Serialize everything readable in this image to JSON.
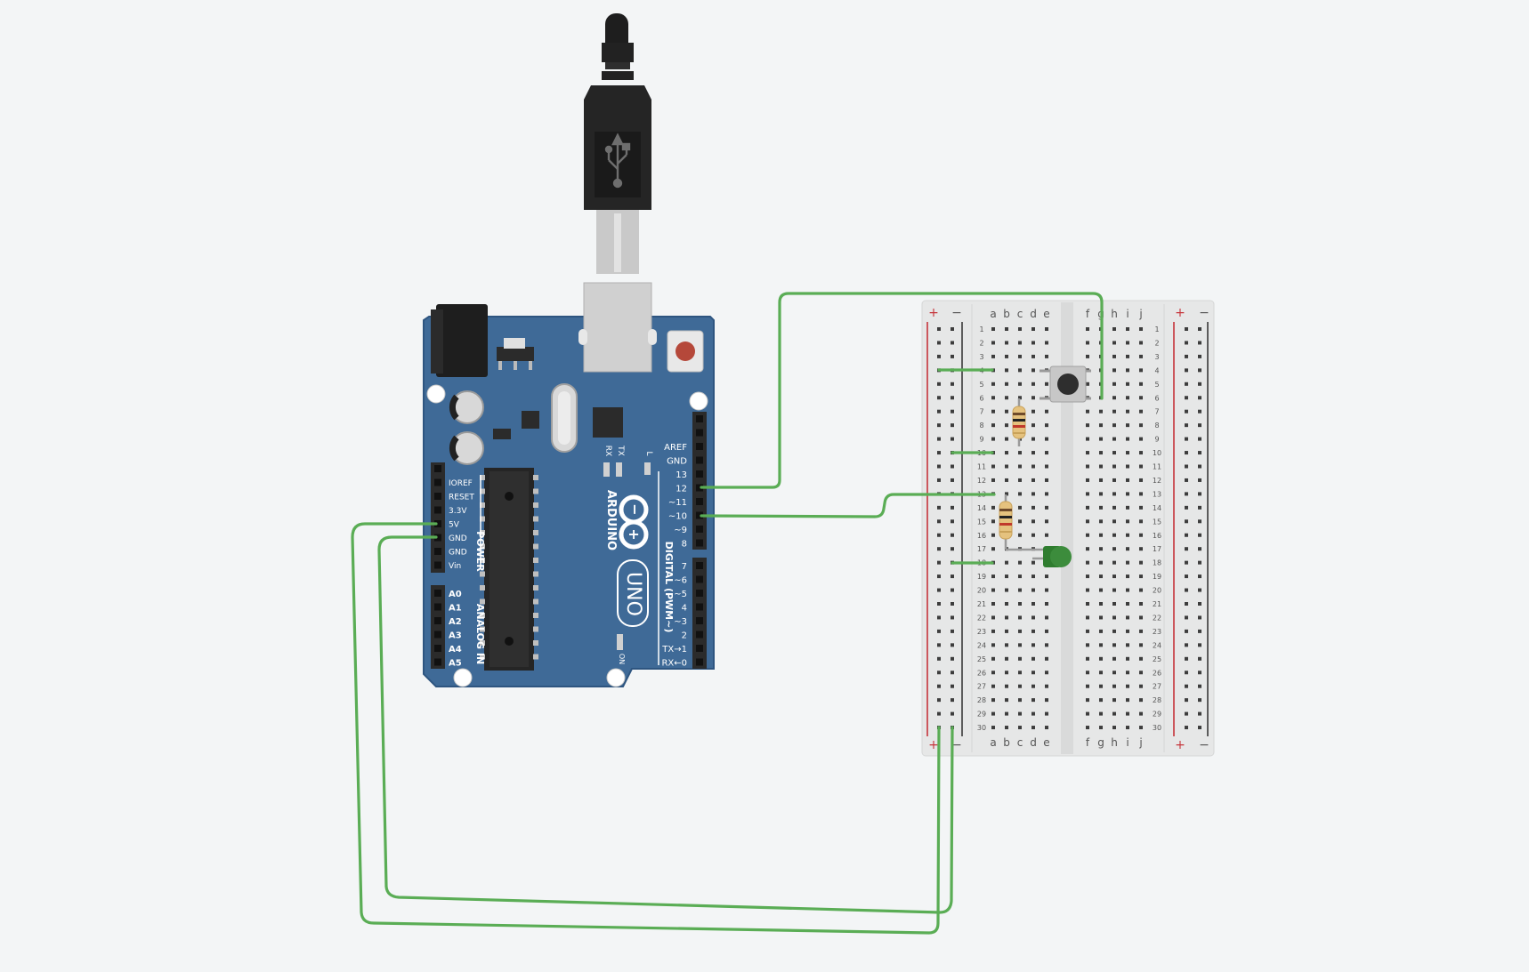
{
  "colors": {
    "background": "#f3f5f6",
    "board": "#3f6a97",
    "board_edge": "#2e5580",
    "wire": "#5aad55",
    "breadboard": "#e6e7e7",
    "rail_red": "#c6353b",
    "rail_dark": "#3a3a3a",
    "header": "#2b2b2b",
    "led": "#3c8c3c"
  },
  "arduino": {
    "brand": "ARDUINO",
    "model": "UNO",
    "power_title": "POWER",
    "analog_title": "ANALOG IN",
    "digital_title": "DIGITAL (PWM~)",
    "on_label": "ON",
    "rx_label": "RX",
    "tx_label": "TX",
    "l_label": "L",
    "power_pins": [
      "IOREF",
      "RESET",
      "3.3V",
      "5V",
      "GND",
      "GND",
      "Vin"
    ],
    "analog_pins": [
      "A0",
      "A1",
      "A2",
      "A3",
      "A4",
      "A5"
    ],
    "digital_upper": [
      "AREF",
      "GND",
      "13",
      "12",
      "~11",
      "~10",
      "~9",
      "8"
    ],
    "digital_lower": [
      "7",
      "~6",
      "~5",
      "4",
      "~3",
      "2",
      "TX→1",
      "RX←0"
    ]
  },
  "breadboard": {
    "columns_left": [
      "a",
      "b",
      "c",
      "d",
      "e"
    ],
    "columns_right": [
      "f",
      "g",
      "h",
      "i",
      "j"
    ],
    "rail_plus": "+",
    "rail_minus": "−",
    "row_count": 30
  }
}
